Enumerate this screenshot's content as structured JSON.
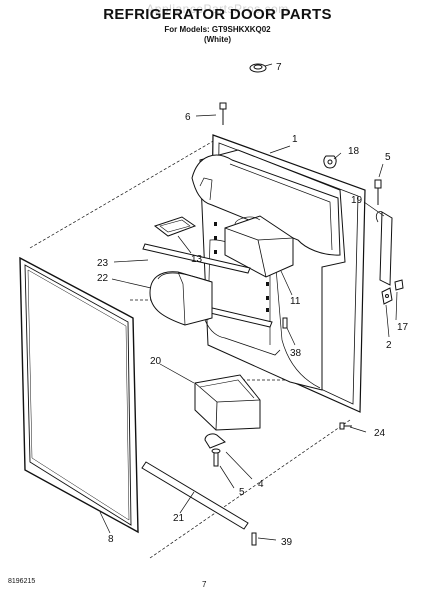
{
  "watermark": "AppliancePartsPros.com",
  "header": {
    "title": "REFRIGERATOR DOOR PARTS",
    "models": "For Models: GT9SHKXKQ02",
    "variant": "(White)"
  },
  "callouts": [
    "7",
    "6",
    "1",
    "18",
    "5",
    "19",
    "23",
    "13",
    "22",
    "11",
    "17",
    "2",
    "38",
    "20",
    "24",
    "4",
    "5",
    "21",
    "8",
    "39"
  ],
  "footer": {
    "doc_number": "8196215",
    "page_number": "7"
  }
}
